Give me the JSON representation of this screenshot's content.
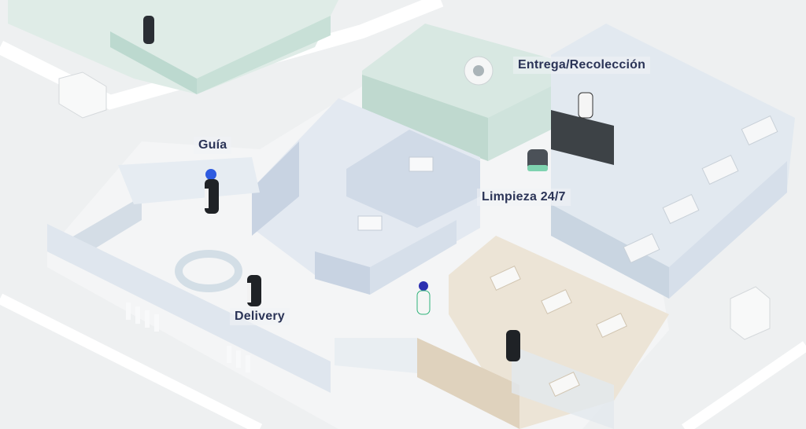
{
  "labels": {
    "pickup": "Entrega/Recolección",
    "guide": "Guía",
    "cleaning": "Limpieza 24/7",
    "delivery": "Delivery"
  },
  "colors": {
    "label_text": "#2b3457",
    "green_wing": "#cfe3dc",
    "blue_wing": "#d6dfea",
    "beige_wing": "#e6dccb",
    "floor": "#f4f5f6"
  }
}
